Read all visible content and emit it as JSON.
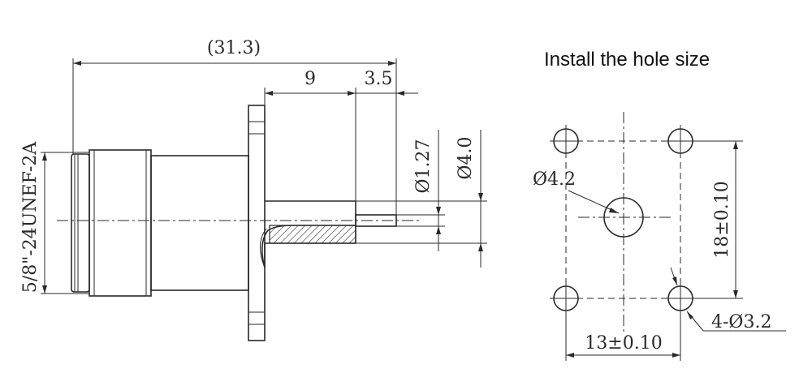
{
  "title": "Install the hole size",
  "side_view": {
    "overall_length": "(31.3)",
    "pin_length": "9",
    "pin_tip": "3.5",
    "pin_diameter": "Ø1.27",
    "dielectric_diameter": "Ø4.0",
    "thread_spec": "5/8\"-24UNEF-2A"
  },
  "hole_pattern": {
    "center_hole": "Ø4.2",
    "vertical_spacing": "18±0.10",
    "horizontal_spacing": "13±0.10",
    "mount_holes": "4-Ø3.2"
  }
}
